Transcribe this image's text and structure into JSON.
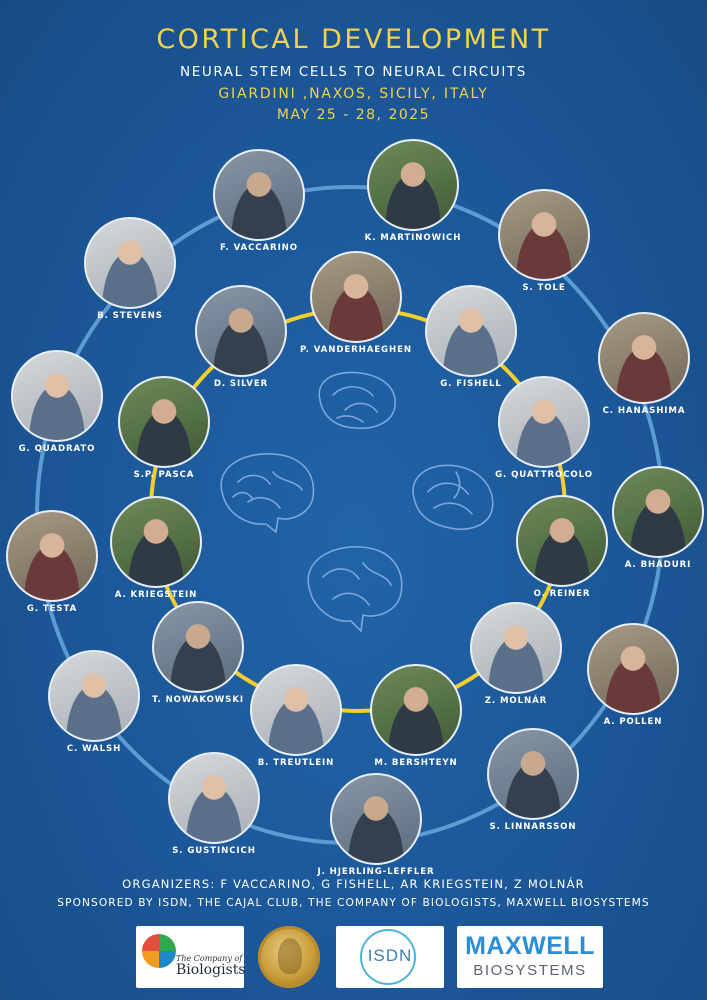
{
  "header": {
    "title": "CORTICAL DEVELOPMENT",
    "subtitle": "NEURAL STEM CELLS TO NEURAL CIRCUITS",
    "venue": "GIARDINI ,NAXOS, SICILY, ITALY",
    "dates": "MAY 25 - 28, 2025"
  },
  "colors": {
    "background": "#1c5596",
    "title_yellow": "#f1d24c",
    "outer_ring": "#5e9ad3",
    "inner_ring": "#f2cf2d"
  },
  "speakers": [
    {
      "name": "F. VACCARINO"
    },
    {
      "name": "K. MARTINOWICH"
    },
    {
      "name": "S. TOLE"
    },
    {
      "name": "B. STEVENS"
    },
    {
      "name": "P. VANDERHAEGHEN"
    },
    {
      "name": "D. SILVER"
    },
    {
      "name": "G. FISHELL"
    },
    {
      "name": "C. HANASHIMA"
    },
    {
      "name": "G. QUADRATO"
    },
    {
      "name": "S.P. PASCA"
    },
    {
      "name": "G. QUATTROCOLO"
    },
    {
      "name": "A. BHADURI"
    },
    {
      "name": "O. REINER"
    },
    {
      "name": "G. TESTA"
    },
    {
      "name": "A. KRIEGSTEIN"
    },
    {
      "name": "Z. MOLNÁR"
    },
    {
      "name": "A. POLLEN"
    },
    {
      "name": "T. NOWAKOWSKI"
    },
    {
      "name": "C. WALSH"
    },
    {
      "name": "B. TREUTLEIN"
    },
    {
      "name": "M. BERSHTEYN"
    },
    {
      "name": "S. LINNARSSON"
    },
    {
      "name": "S. GUSTINCICH"
    },
    {
      "name": "J. HJERLING-LEFFLER"
    }
  ],
  "footer": {
    "organizers": "ORGANIZERS: F VACCARINO, G FISHELL, AR KRIEGSTEIN, Z MOLNÁR",
    "sponsors": "SPONSORED BY ISDN, THE CAJAL CLUB, THE COMPANY OF BIOLOGISTS, MAXWELL BIOSYSTEMS"
  },
  "logos": {
    "company_of_biologists": {
      "the": "The Company of",
      "name": "Biologists"
    },
    "isdn": {
      "text": "ISDN"
    },
    "maxwell": {
      "top": "MAXWELL",
      "bottom": "BIOSYSTEMS"
    }
  }
}
